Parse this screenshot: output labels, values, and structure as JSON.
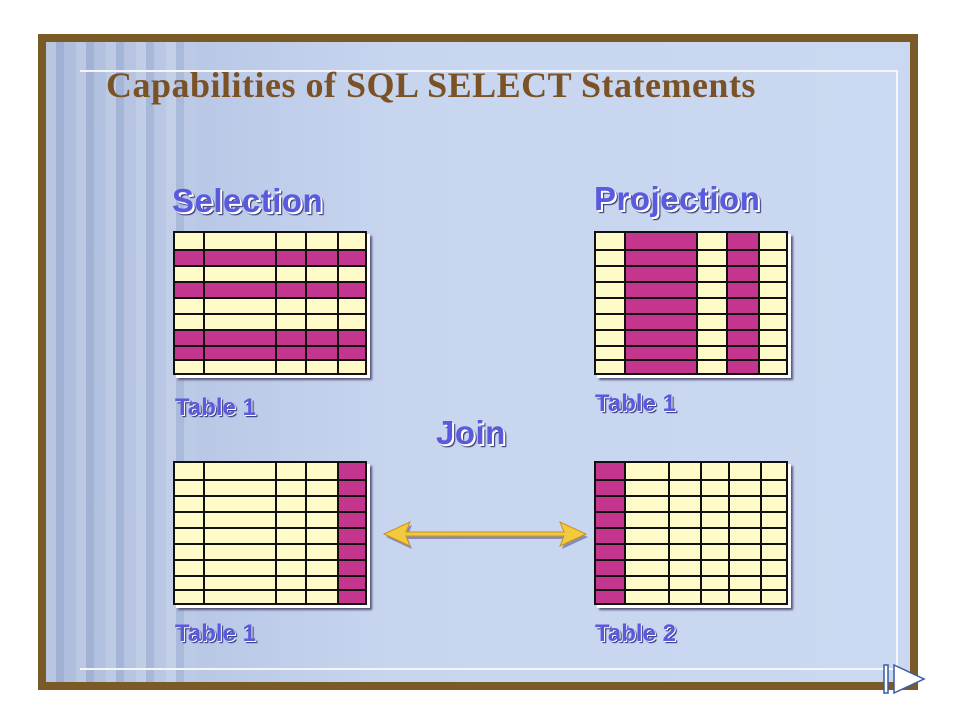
{
  "slide": {
    "title": "Capabilities of SQL SELECT Statements",
    "selection_heading": "Selection",
    "projection_heading": "Projection",
    "join_heading": "Join",
    "tables": {
      "selection_table_label": "Table 1",
      "projection_table_label": "Table 1",
      "join_left_table_label": "Table 1",
      "join_right_table_label": "Table 2"
    }
  },
  "colors": {
    "highlight": "#c4358e",
    "table_fill": "#fffbc9",
    "heading": "#5a5adf",
    "title": "#7a5225",
    "frame": "#7a5a26"
  },
  "icons": [
    "double-headed-arrow-icon",
    "next-slide-icon"
  ]
}
